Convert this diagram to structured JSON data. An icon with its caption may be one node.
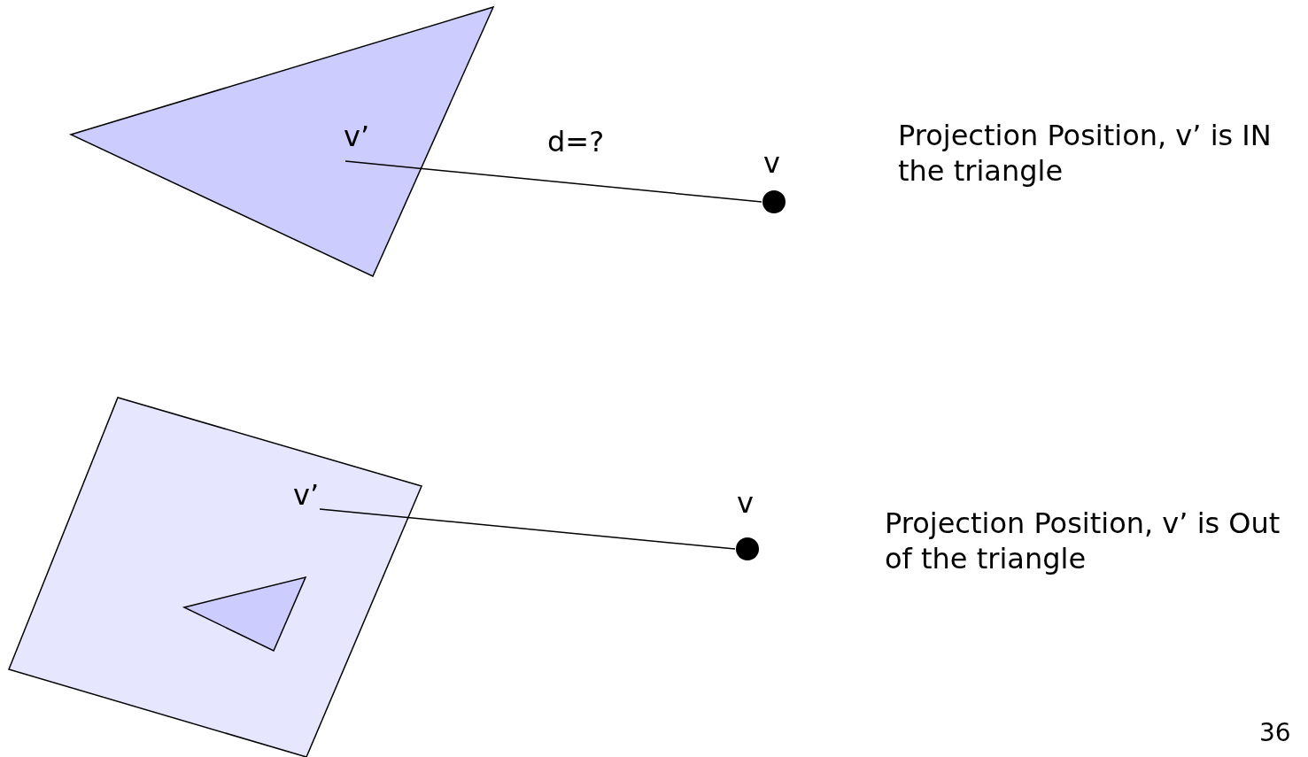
{
  "diagram": {
    "nodes": [
      {
        "text": [],
        "shape": "triangle"
      },
      {
        "text": [
          "v’"
        ],
        "in": 0
      },
      {
        "text": [
          "v"
        ]
      },
      {
        "text": [],
        "shape": "box"
      },
      {
        "text": [
          "v’"
        ],
        "in": 3
      },
      {
        "text": [],
        "shape": "triangle",
        "in": 3
      },
      {
        "text": [
          "v"
        ]
      }
    ],
    "edges": [
      {
        "from": 1,
        "to": 2,
        "arrow": "none",
        "label": "d=?"
      },
      {
        "from": 4,
        "to": 6,
        "arrow": "none"
      }
    ],
    "labels": [
      "Projection Position, v’ is IN the triangle",
      "Projection Position, v’ is Out of the triangle",
      "36"
    ]
  }
}
